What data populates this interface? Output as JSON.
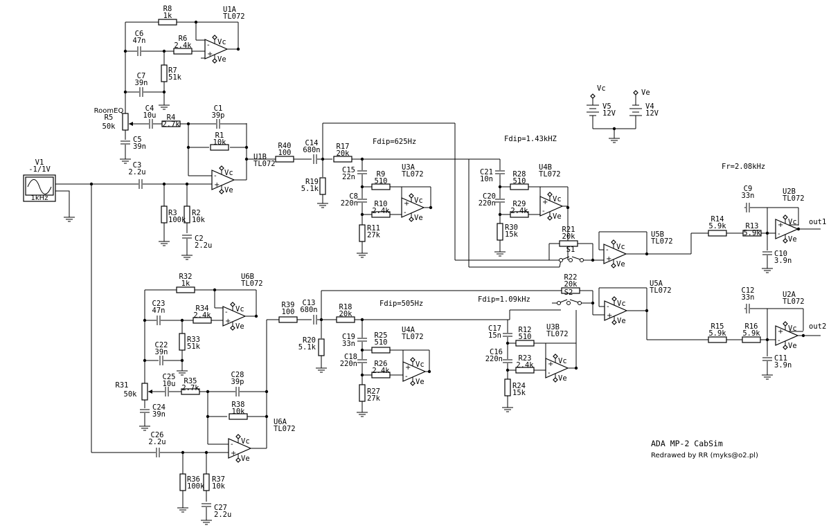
{
  "title": "ADA MP-2 CabSim",
  "credit": "Redrawed by RR (myks@o2.pl)",
  "annotations": {
    "fdip1": "Fdip=625Hz",
    "fdip2": "Fdip=1.43kHZ",
    "fdip3": "Fdip=505Hz",
    "fdip4": "Fdip=1.09kHz",
    "fr": "Fr=2.08kHz"
  },
  "source": {
    "ref": "V1",
    "value": "-1/1V",
    "freq": "1kHz"
  },
  "supplies": [
    {
      "net": "Vc",
      "ref": "V5",
      "value": "12V"
    },
    {
      "net": "Ve",
      "ref": "V4",
      "value": "12V"
    }
  ],
  "rail_labels": {
    "pos": "Vc",
    "neg": "Ve"
  },
  "opamps": [
    {
      "ref": "U1A",
      "type": "TL072"
    },
    {
      "ref": "U1B",
      "type": "TL072"
    },
    {
      "ref": "U3A",
      "type": "TL072"
    },
    {
      "ref": "U4B",
      "type": "TL072"
    },
    {
      "ref": "U5B",
      "type": "TL072"
    },
    {
      "ref": "U2B",
      "type": "TL072"
    },
    {
      "ref": "U6B",
      "type": "TL072"
    },
    {
      "ref": "U6A",
      "type": "TL072"
    },
    {
      "ref": "U4A",
      "type": "TL072"
    },
    {
      "ref": "U3B",
      "type": "TL072"
    },
    {
      "ref": "U5A",
      "type": "TL072"
    },
    {
      "ref": "U2A",
      "type": "TL072"
    }
  ],
  "components": [
    {
      "ref": "R8",
      "value": "1k"
    },
    {
      "ref": "C6",
      "value": "47n"
    },
    {
      "ref": "R6",
      "value": "2.4k"
    },
    {
      "ref": "R7",
      "value": "51k"
    },
    {
      "ref": "C7",
      "value": "39n"
    },
    {
      "ref": "RoomEQ",
      "value": ""
    },
    {
      "ref": "R5",
      "value": "50k"
    },
    {
      "ref": "C4",
      "value": "10u"
    },
    {
      "ref": "R4",
      "value": "2.7k"
    },
    {
      "ref": "C1",
      "value": "39p"
    },
    {
      "ref": "R1",
      "value": "10k"
    },
    {
      "ref": "C5",
      "value": "39n"
    },
    {
      "ref": "C3",
      "value": "2.2u"
    },
    {
      "ref": "R3",
      "value": "100k"
    },
    {
      "ref": "R2",
      "value": "10k"
    },
    {
      "ref": "C2",
      "value": "2.2u"
    },
    {
      "ref": "R40",
      "value": "100"
    },
    {
      "ref": "C14",
      "value": "680n"
    },
    {
      "ref": "R19",
      "value": "5.1k"
    },
    {
      "ref": "R17",
      "value": "20k"
    },
    {
      "ref": "C15",
      "value": "22n"
    },
    {
      "ref": "R9",
      "value": "510"
    },
    {
      "ref": "C8",
      "value": "220n"
    },
    {
      "ref": "R10",
      "value": "2.4k"
    },
    {
      "ref": "R11",
      "value": "27k"
    },
    {
      "ref": "C21",
      "value": "10n"
    },
    {
      "ref": "R28",
      "value": "510"
    },
    {
      "ref": "C20",
      "value": "220n"
    },
    {
      "ref": "R29",
      "value": "2.4k"
    },
    {
      "ref": "R30",
      "value": "15k"
    },
    {
      "ref": "R21",
      "value": "20k"
    },
    {
      "ref": "S1",
      "value": ""
    },
    {
      "ref": "R14",
      "value": "5.9k"
    },
    {
      "ref": "R13",
      "value": "5.9k"
    },
    {
      "ref": "C9",
      "value": "33n"
    },
    {
      "ref": "C10",
      "value": "3.9n"
    },
    {
      "ref": "R32",
      "value": "1k"
    },
    {
      "ref": "C23",
      "value": "47n"
    },
    {
      "ref": "R34",
      "value": "2.4k"
    },
    {
      "ref": "R33",
      "value": "51k"
    },
    {
      "ref": "C22",
      "value": "39n"
    },
    {
      "ref": "R31",
      "value": "50k"
    },
    {
      "ref": "C25",
      "value": "10u"
    },
    {
      "ref": "R35",
      "value": "2.7k"
    },
    {
      "ref": "C28",
      "value": "39p"
    },
    {
      "ref": "R38",
      "value": "10k"
    },
    {
      "ref": "C24",
      "value": "39n"
    },
    {
      "ref": "C26",
      "value": "2.2u"
    },
    {
      "ref": "R36",
      "value": "100k"
    },
    {
      "ref": "R37",
      "value": "10k"
    },
    {
      "ref": "C27",
      "value": "2.2u"
    },
    {
      "ref": "R39",
      "value": "100"
    },
    {
      "ref": "C13",
      "value": "680n"
    },
    {
      "ref": "R20",
      "value": "5.1k"
    },
    {
      "ref": "R18",
      "value": "20k"
    },
    {
      "ref": "C19",
      "value": "33n"
    },
    {
      "ref": "R25",
      "value": "510"
    },
    {
      "ref": "C18",
      "value": "220n"
    },
    {
      "ref": "R26",
      "value": "2.4k"
    },
    {
      "ref": "R27",
      "value": "27k"
    },
    {
      "ref": "C17",
      "value": "15n"
    },
    {
      "ref": "R12",
      "value": "510"
    },
    {
      "ref": "C16",
      "value": "220n"
    },
    {
      "ref": "R23",
      "value": "2.4k"
    },
    {
      "ref": "R24",
      "value": "15k"
    },
    {
      "ref": "R22",
      "value": "20k"
    },
    {
      "ref": "S2",
      "value": ""
    },
    {
      "ref": "R15",
      "value": "5.9k"
    },
    {
      "ref": "R16",
      "value": "5.9k"
    },
    {
      "ref": "C12",
      "value": "33n"
    },
    {
      "ref": "C11",
      "value": "3.9n"
    }
  ],
  "outputs": [
    "out1",
    "out2"
  ]
}
